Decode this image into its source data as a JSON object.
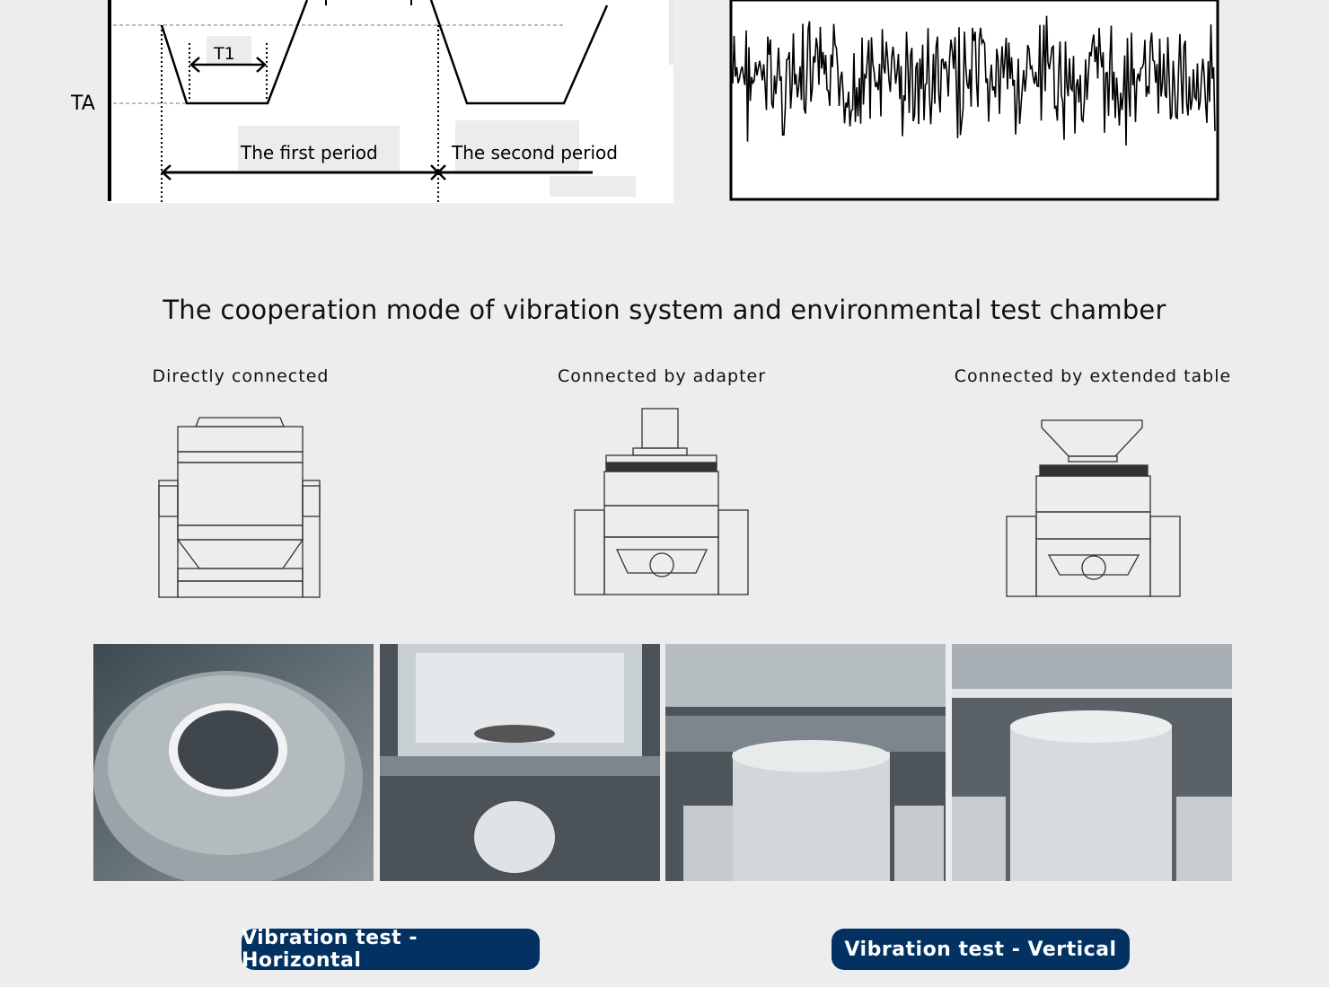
{
  "cycle_diagram": {
    "axis_label": "TA",
    "t1_label": "T1",
    "first_period": "The first period",
    "second_period": "The second period"
  },
  "section_title": "The cooperation mode of vibration system and environmental test chamber",
  "modes": [
    {
      "label": "Directly connected"
    },
    {
      "label": "Connected by adapter"
    },
    {
      "label": "Connected by extended table"
    }
  ],
  "buttons": {
    "horizontal": "Vibration test - Horizontal",
    "vertical": "Vibration test - Vertical"
  },
  "colors": {
    "button_bg": "#023162",
    "page_bg": "#eeedee"
  }
}
